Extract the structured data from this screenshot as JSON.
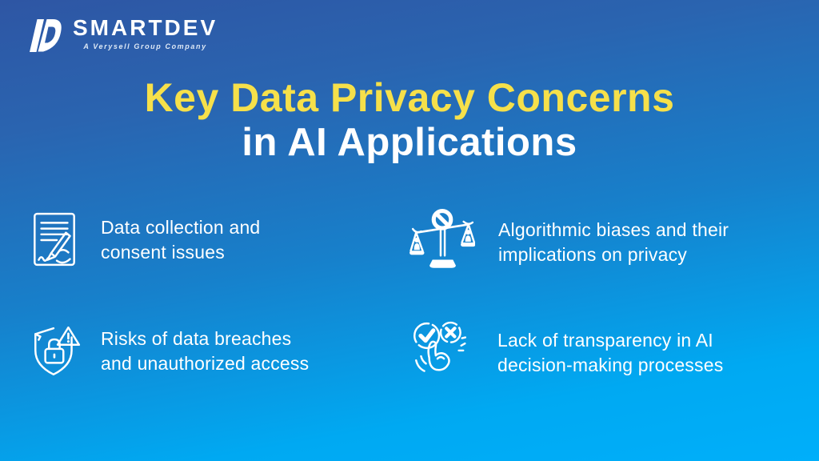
{
  "slide": {
    "brand": {
      "name": "SMARTDEV",
      "tagline": "A Verysell Group Company",
      "logo_icon": "smartdev-d-logo"
    },
    "title": {
      "line1": "Key Data Privacy Concerns",
      "line2": "in AI Applications"
    },
    "items": [
      {
        "icon": "consent-document-pen-icon",
        "line1": "Data collection and",
        "line2": "consent issues"
      },
      {
        "icon": "biased-scales-icon",
        "line1": "Algorithmic biases and their",
        "line2": "implications on privacy"
      },
      {
        "icon": "shield-lock-warning-icon",
        "line1": "Risks of data breaches",
        "line2": "and unauthorized access"
      },
      {
        "icon": "decision-check-cross-hand-icon",
        "line1": "Lack of transparency in AI",
        "line2": "decision-making processes"
      }
    ],
    "colors": {
      "bg_gradient_top": "#2E56A4",
      "bg_gradient_mid": "#1780CB",
      "bg_gradient_bottom": "#00AFFA",
      "title_accent_yellow": "#F6E04A",
      "text_white": "#FFFFFF"
    }
  }
}
